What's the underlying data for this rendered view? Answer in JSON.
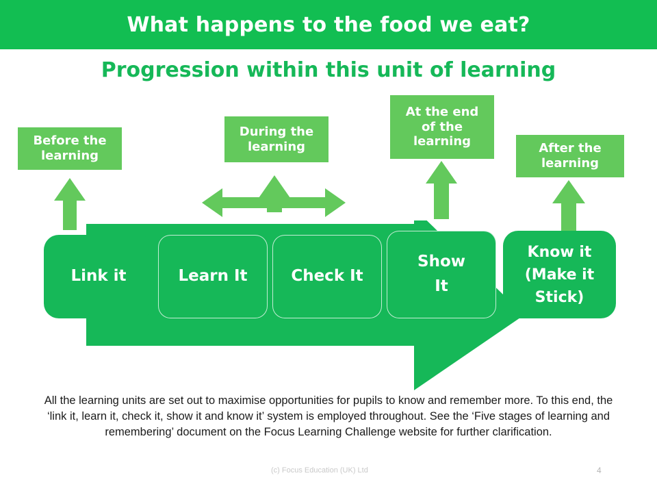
{
  "header": {
    "title": "What happens to the food we eat?",
    "bar_color": "#12BE52",
    "text_color": "#FFFFFF"
  },
  "subtitle": {
    "text": "Progression within this unit of learning",
    "color": "#16B858"
  },
  "palette": {
    "dark_green": "#16B858",
    "light_green": "#63C95C",
    "header_green": "#12BE52",
    "white": "#FFFFFF",
    "body_text": "#1A1A1A",
    "footer_grey": "#C9C9C9"
  },
  "phase_labels": [
    {
      "id": "before",
      "text": "Before the\nlearning"
    },
    {
      "id": "during",
      "text": "During the\nlearning"
    },
    {
      "id": "at-end",
      "text": "At the end\nof the\nlearning"
    },
    {
      "id": "after",
      "text": "After the\nlearning"
    }
  ],
  "stages": [
    {
      "id": "link-it",
      "label": "Link it"
    },
    {
      "id": "learn-it",
      "label": "Learn It"
    },
    {
      "id": "check-it",
      "label": "Check It"
    },
    {
      "id": "show-it",
      "label": "Show\nIt"
    },
    {
      "id": "know-it",
      "label": "Know it\n(Make it\nStick)"
    }
  ],
  "connectors": [
    {
      "id": "before-up-arrow",
      "kind": "arrow-up",
      "from": "Before the learning",
      "to": "Link it"
    },
    {
      "id": "during-up-arrow",
      "kind": "arrow-up",
      "from": "During the learning",
      "to": "Learn It / Check It span"
    },
    {
      "id": "during-span-arrow",
      "kind": "arrow-双-horizontal",
      "from": "Learn It",
      "to": "Check It"
    },
    {
      "id": "at-end-up-arrow",
      "kind": "arrow-up",
      "from": "At the end of the learning",
      "to": "Show It"
    },
    {
      "id": "after-up-arrow",
      "kind": "arrow-up",
      "from": "After the learning",
      "to": "Know it (Make it Stick)"
    },
    {
      "id": "process-arrow",
      "kind": "block-arrow-right",
      "from": "Link it",
      "to": "Know it (Make it Stick)"
    }
  ],
  "body": {
    "paragraph": "All the learning units are set out to maximise opportunities for pupils to know and remember more. To this end, the ‘link it, learn it, check it, show it and know it’ system is employed throughout. See the ‘Five stages of learning and remembering’ document on the Focus Learning Challenge website for further clarification."
  },
  "footer": {
    "copyright": "(c) Focus Education (UK) Ltd",
    "page_number": "4"
  }
}
